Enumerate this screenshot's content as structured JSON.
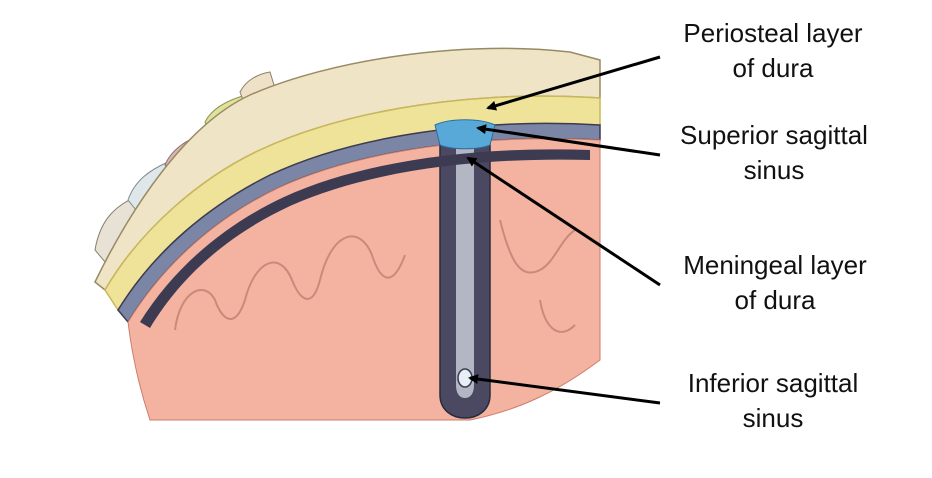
{
  "labels": {
    "periosteal": {
      "line1": "Periosteal layer",
      "line2": "of dura"
    },
    "superior": {
      "line1": "Superior sagittal",
      "line2": "sinus"
    },
    "meningeal": {
      "line1": "Meningeal layer",
      "line2": "of dura"
    },
    "inferior": {
      "line1": "Inferior sagittal",
      "line2": "sinus"
    }
  },
  "colors": {
    "cortex": "#f4b3a0",
    "cortex_light": "#f8cbbb",
    "dura": "#3d3b52",
    "sinus": "#59a9d8",
    "bone": "#efe39a",
    "bone_edge": "#d9c970",
    "scalp": "#e9d9b6",
    "arrow": "#000000"
  }
}
